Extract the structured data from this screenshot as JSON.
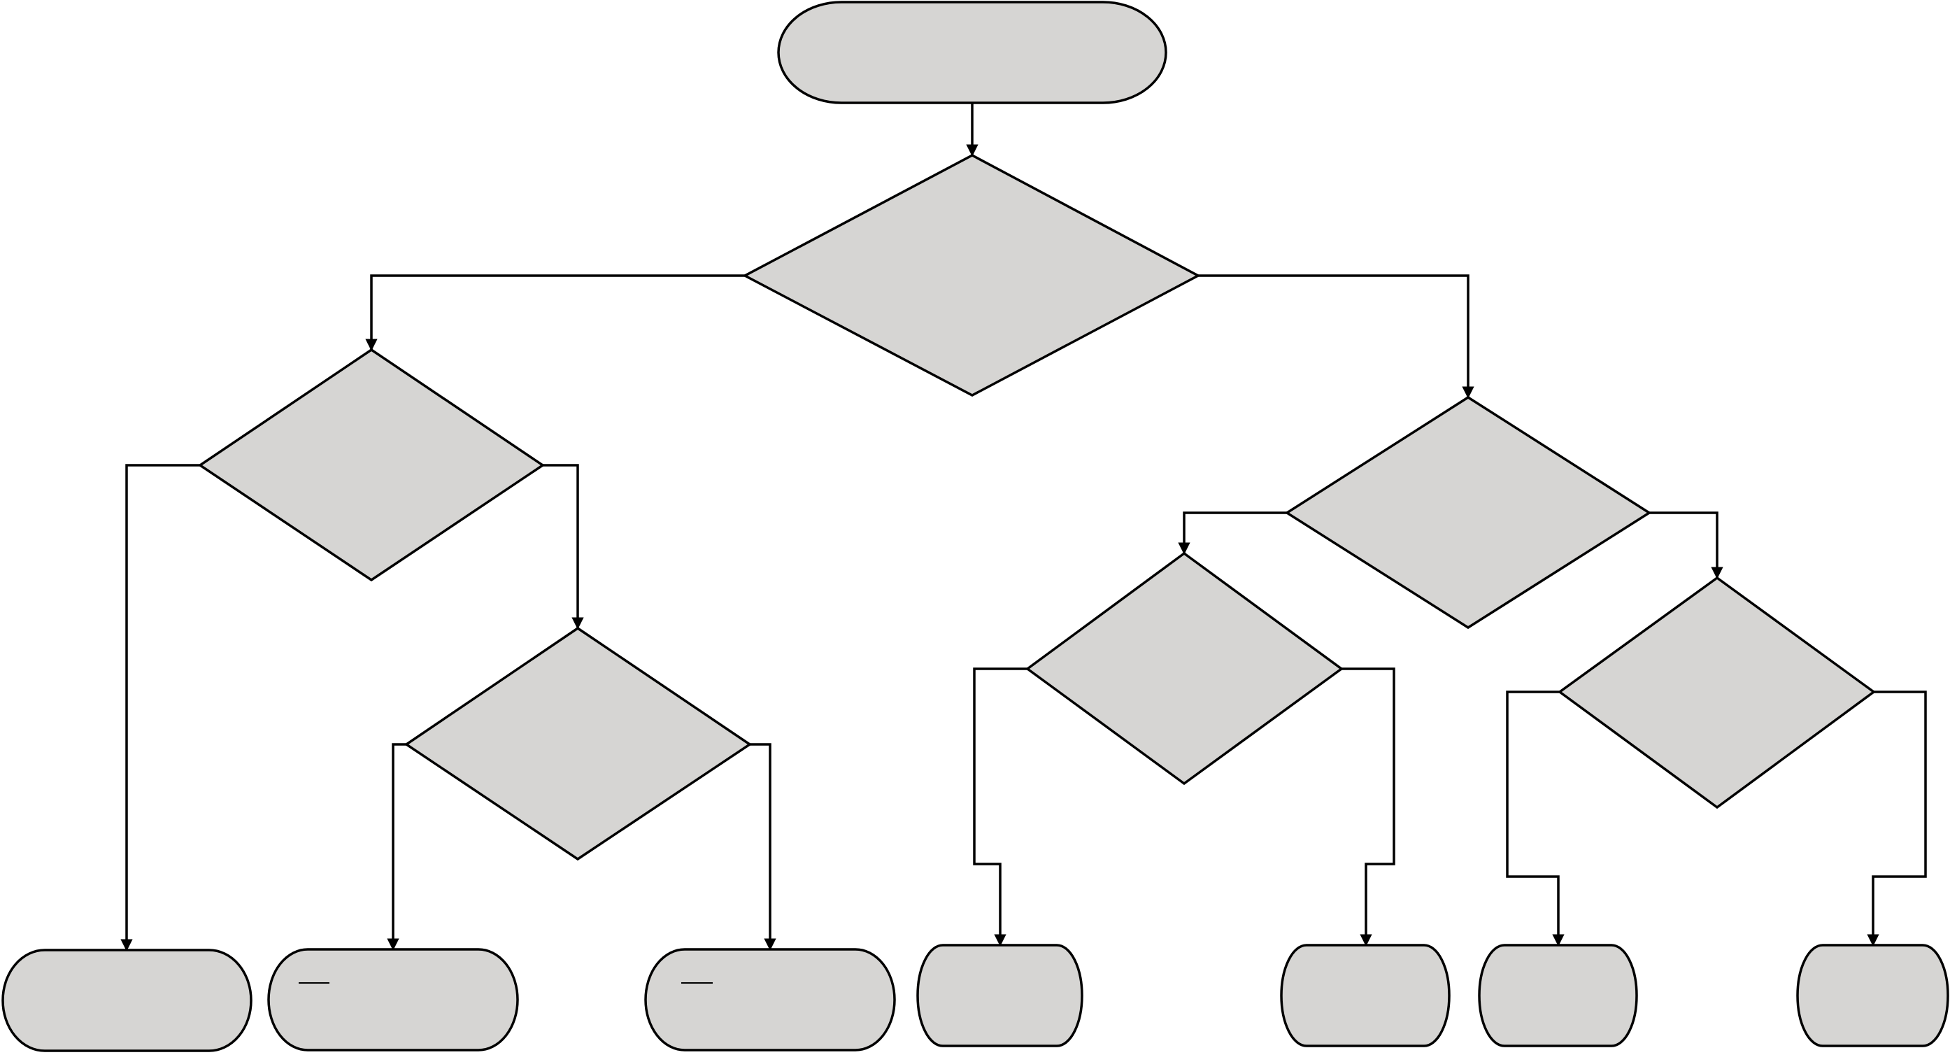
{
  "colors": {
    "node_fill": "#d6d5d3",
    "stroke": "#000000",
    "background": "#ffffff"
  },
  "diagram": {
    "type": "decision-tree flowchart",
    "nodes": [
      {
        "id": "start",
        "shape": "terminator",
        "label": ""
      },
      {
        "id": "decision-root",
        "shape": "diamond",
        "label": ""
      },
      {
        "id": "decision-left",
        "shape": "diamond",
        "label": ""
      },
      {
        "id": "decision-left-inner",
        "shape": "diamond",
        "label": ""
      },
      {
        "id": "decision-right",
        "shape": "diamond",
        "label": ""
      },
      {
        "id": "decision-right-a",
        "shape": "diamond",
        "label": ""
      },
      {
        "id": "decision-right-b",
        "shape": "diamond",
        "label": ""
      },
      {
        "id": "end-1",
        "shape": "terminator",
        "label": ""
      },
      {
        "id": "end-2",
        "shape": "terminator",
        "label": ""
      },
      {
        "id": "end-3",
        "shape": "terminator",
        "label": ""
      },
      {
        "id": "end-4",
        "shape": "terminator",
        "label": ""
      },
      {
        "id": "end-5",
        "shape": "terminator",
        "label": ""
      },
      {
        "id": "end-6",
        "shape": "terminator",
        "label": ""
      },
      {
        "id": "end-7",
        "shape": "terminator",
        "label": ""
      }
    ],
    "edges": [
      {
        "from": "start",
        "to": "decision-root"
      },
      {
        "from": "decision-root",
        "to": "decision-left"
      },
      {
        "from": "decision-root",
        "to": "decision-right"
      },
      {
        "from": "decision-left",
        "to": "end-1"
      },
      {
        "from": "decision-left",
        "to": "decision-left-inner"
      },
      {
        "from": "decision-left-inner",
        "to": "end-2"
      },
      {
        "from": "decision-left-inner",
        "to": "end-3"
      },
      {
        "from": "decision-right",
        "to": "decision-right-a"
      },
      {
        "from": "decision-right",
        "to": "decision-right-b"
      },
      {
        "from": "decision-right-a",
        "to": "end-4"
      },
      {
        "from": "decision-right-a",
        "to": "end-5"
      },
      {
        "from": "decision-right-b",
        "to": "end-6"
      },
      {
        "from": "decision-right-b",
        "to": "end-7"
      }
    ]
  }
}
